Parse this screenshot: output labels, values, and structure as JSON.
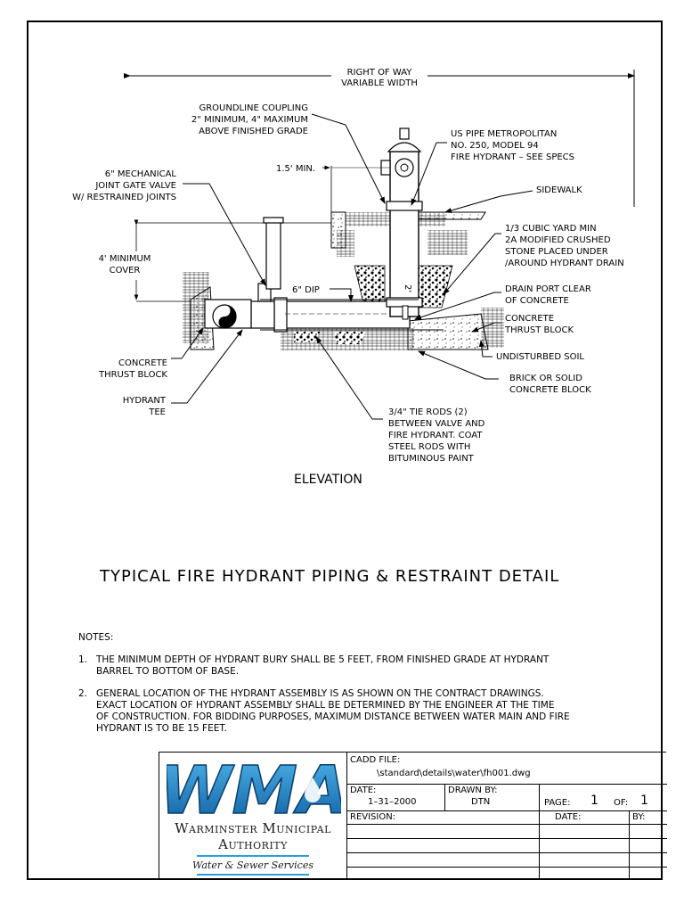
{
  "labels": {
    "row": [
      "RIGHT OF WAY",
      "VARIABLE WIDTH"
    ],
    "coupling": [
      "GROUNDLINE COUPLING",
      "2\" MINIMUM, 4\" MAXIMUM",
      "ABOVE FINISHED GRADE"
    ],
    "hydrant": [
      "US PIPE METROPOLITAN",
      "NO. 250, MODEL 94",
      "FIRE HYDRANT – SEE SPECS"
    ],
    "gate_valve": [
      "6\" MECHANICAL",
      "JOINT GATE VALVE",
      "W/ RESTRAINED JOINTS"
    ],
    "min15": "1.5' MIN.",
    "sidewalk": "SIDEWALK",
    "stone": [
      "1/3 CUBIC YARD MIN",
      "2A MODIFIED CRUSHED",
      "STONE PLACED UNDER",
      "/AROUND HYDRANT DRAIN"
    ],
    "cover": [
      "4' MINIMUM",
      "COVER"
    ],
    "dip": "6\" DIP",
    "drain_port": [
      "DRAIN PORT CLEAR",
      "OF CONCRETE"
    ],
    "thrust_right": [
      "CONCRETE",
      "THRUST BLOCK"
    ],
    "undisturbed": "UNDISTURBED SOIL",
    "thrust_left": [
      "CONCRETE",
      "THRUST BLOCK"
    ],
    "brick": [
      "BRICK OR SOLID",
      "CONCRETE BLOCK"
    ],
    "tee": [
      "HYDRANT",
      "TEE"
    ],
    "tie_rods": [
      "3/4\" TIE RODS (2)",
      "BETWEEN VALVE AND",
      "FIRE HYDRANT.  COAT",
      "STEEL RODS WITH",
      "BITUMINOUS PAINT"
    ],
    "two_ft": "2'"
  },
  "elevation_title": "ELEVATION",
  "main_title": "TYPICAL FIRE HYDRANT PIPING & RESTRAINT DETAIL",
  "notes": {
    "heading": "NOTES:",
    "items": [
      {
        "num": "1.",
        "text": "THE MINIMUM DEPTH OF HYDRANT BURY SHALL BE 5 FEET, FROM FINISHED GRADE AT HYDRANT\nBARREL TO BOTTOM OF BASE."
      },
      {
        "num": "2.",
        "text": "GENERAL LOCATION OF THE HYDRANT ASSEMBLY IS AS SHOWN ON THE CONTRACT DRAWINGS.\nEXACT LOCATION OF HYDRANT ASSEMBLY SHALL BE DETERMINED BY THE ENGINEER AT THE TIME\nOF CONSTRUCTION.  FOR BIDDING PURPOSES, MAXIMUM DISTANCE BETWEEN WATER MAIN AND FIRE\nHYDRANT IS TO BE 15 FEET."
      }
    ]
  },
  "title_block": {
    "logo_text": "WMA",
    "org_line1": "Warminster Municipal",
    "org_line2": "Authority",
    "org_sub": "Water & Sewer Services",
    "cadd_label": "CADD FILE:",
    "cadd_value": "\\standard\\details\\water\\fh001.dwg",
    "date_label": "DATE:",
    "date_value": "1–31–2000",
    "drawn_label": "DRAWN BY:",
    "drawn_value": "DTN",
    "page_label": "PAGE:",
    "page_value": "1",
    "of_label": "OF:",
    "of_value": "1",
    "revision_label": "REVISION:",
    "rev_date_label": "DATE:",
    "by_label": "BY:"
  },
  "colors": {
    "logo_blue": "#1f8fd0",
    "logo_dark": "#0d4f8a",
    "rule_blue": "#2b9fd9"
  }
}
